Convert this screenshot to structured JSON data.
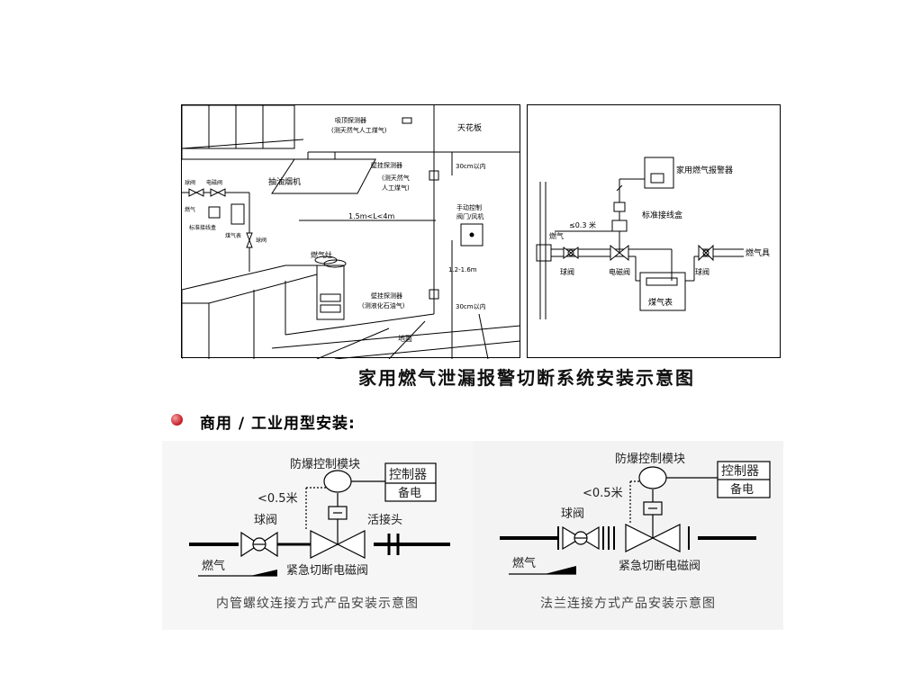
{
  "kitchen": {
    "ceiling_detector": "吸顶探测器",
    "ceiling_detector_note": "(测天然气人工煤气)",
    "ceiling": "天花板",
    "wall_detector_upper": "壁挂探测器",
    "wall_detector_upper_note_1": "(测天然气",
    "wall_detector_upper_note_2": "人工煤气)",
    "within_30cm_top": "30cm以内",
    "range_hood": "抽油烟机",
    "distance": "1.5m<L<4m",
    "manual_control_1": "手动控制",
    "manual_control_2": "阀门/风机",
    "height_range": "1.2-1.6m",
    "stove": "燃气灶",
    "wall_detector_lower": "壁挂探测器",
    "wall_detector_lower_note": "(测液化石油气)",
    "within_30cm_bottom": "30cm以内",
    "floor": "地面",
    "ball_valve_left": "球阀",
    "solenoid_valve_left": "电磁阀",
    "gas_left": "燃气",
    "junction_box_left": "标准接线盒",
    "gas_meter_left": "煤气表",
    "ball_valve_left2": "球阀"
  },
  "schematic": {
    "alarm": "家用燃气报警器",
    "junction_box": "标准接线盒",
    "distance": "≤0.3 米",
    "gas": "燃气",
    "ball_valve_1": "球阀",
    "solenoid_valve": "电磁阀",
    "ball_valve_2": "球阀",
    "gas_appliance": "燃气具",
    "gas_meter": "煤气表"
  },
  "main_title": "家用燃气泄漏报警切断系统安装示意图",
  "commercial_heading": "商用 / 工业用型安装:",
  "threaded": {
    "module": "防爆控制模块",
    "controller": "控制器",
    "backup_power": "备电",
    "distance": "<0.5米",
    "ball_valve": "球阀",
    "union": "活接头",
    "gas": "燃气",
    "valve": "紧急切断电磁阀",
    "caption": "内管螺纹连接方式产品安装示意图"
  },
  "flange": {
    "module": "防爆控制模块",
    "controller": "控制器",
    "backup_power": "备电",
    "distance": "<0.5米",
    "ball_valve": "球阀",
    "gas": "燃气",
    "valve": "紧急切断电磁阀",
    "caption": "法兰连接方式产品安装示意图"
  },
  "colors": {
    "line": "#000000",
    "panel_bg_bottom": "#f5f5f5",
    "bullet": "#c8202a"
  }
}
